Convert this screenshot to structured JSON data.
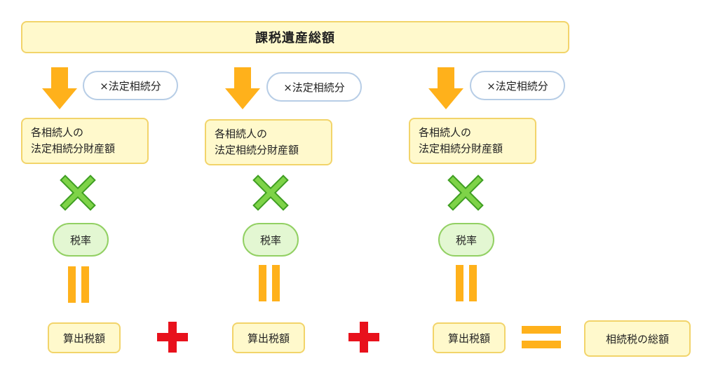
{
  "title": "課税遺産総額",
  "columns": [
    {
      "multiplier": "×法定相続分",
      "share_line1": "各相続人の",
      "share_line2": "法定相続分財産額",
      "rate": "税率",
      "tax": "算出税額"
    },
    {
      "multiplier": "×法定相続分",
      "share_line1": "各相続人の",
      "share_line2": "法定相続分財産額",
      "rate": "税率",
      "tax": "算出税額"
    },
    {
      "multiplier": "×法定相続分",
      "share_line1": "各相続人の",
      "share_line2": "法定相続分財産額",
      "rate": "税率",
      "tax": "算出税額"
    }
  ],
  "total": "相続税の総額",
  "colors": {
    "arrow": "#ffb11b",
    "times": "#6dc53a",
    "equals": "#ffb11b",
    "plus": "#e8111c",
    "box_fill": "#fff9cc",
    "box_border": "#f2d46a"
  },
  "icons": [
    "down-arrow-icon",
    "multiply-icon",
    "equals-icon",
    "plus-icon"
  ]
}
